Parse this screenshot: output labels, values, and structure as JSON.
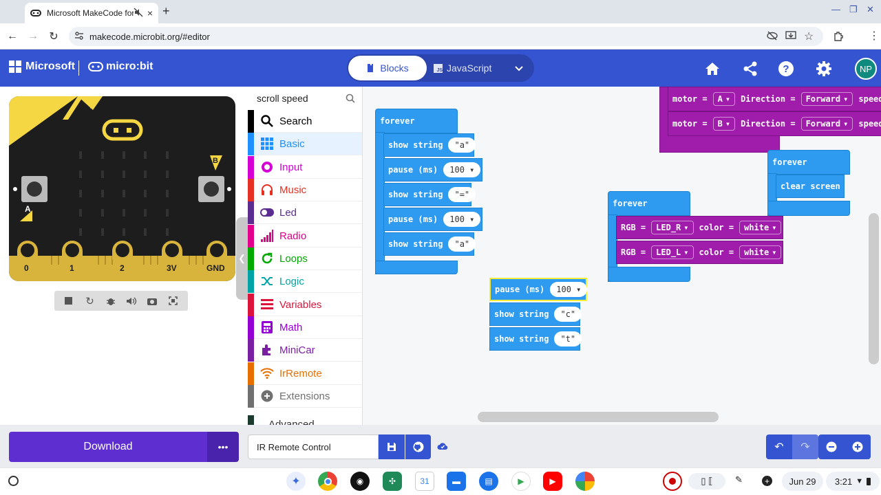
{
  "browser": {
    "tab_title": "Microsoft MakeCode for mi",
    "url": "makecode.microbit.org/#editor",
    "new_tab": "+",
    "close_tab": "×"
  },
  "header": {
    "ms_brand": "Microsoft",
    "microbit_brand": "micro:bit",
    "mode_blocks": "Blocks",
    "mode_js": "JavaScript",
    "avatar": "NP"
  },
  "simulator": {
    "pin_labels": [
      "0",
      "1",
      "2",
      "3V",
      "GND"
    ],
    "button_a": "A",
    "button_b": "B"
  },
  "toolbox": {
    "search_value": "scroll speed",
    "categories": [
      {
        "label": "Search",
        "color": "#000000",
        "icon": "search-icon"
      },
      {
        "label": "Basic",
        "color": "#1e90ff",
        "icon": "grid-icon"
      },
      {
        "label": "Input",
        "color": "#d400d4",
        "icon": "target-icon"
      },
      {
        "label": "Music",
        "color": "#e63022",
        "icon": "headphones-icon"
      },
      {
        "label": "Led",
        "color": "#5c2d91",
        "icon": "toggle-icon"
      },
      {
        "label": "Radio",
        "color": "#e3008c",
        "icon": "signal-icon"
      },
      {
        "label": "Loops",
        "color": "#00aa00",
        "icon": "loop-icon"
      },
      {
        "label": "Logic",
        "color": "#00a4a6",
        "icon": "shuffle-icon"
      },
      {
        "label": "Variables",
        "color": "#dc143c",
        "icon": "bars-icon"
      },
      {
        "label": "Math",
        "color": "#9400d3",
        "icon": "calculator-icon"
      },
      {
        "label": "MiniCar",
        "color": "#7b1fa2",
        "icon": "puzzle-icon"
      },
      {
        "label": "IrRemote",
        "color": "#e76f00",
        "icon": "wifi-icon"
      },
      {
        "label": "Extensions",
        "color": "#707070",
        "icon": "plus-circle-icon"
      }
    ],
    "advanced": "Advanced"
  },
  "blocks": {
    "forever": "forever",
    "show_string": "show string",
    "pause": "pause (ms)",
    "pause_val": "100",
    "str_a": "\"a\"",
    "str_eq": "\"=\"",
    "str_c": "\"c\"",
    "str_t": "\"t\"",
    "motor": "motor",
    "eq": "=",
    "motor_a": "A",
    "motor_b": "B",
    "direction": "Direction",
    "forward": "Forward",
    "speed": "speed",
    "clear_screen": "clear screen",
    "rgb": "RGB",
    "led_r": "LED_R",
    "led_l": "LED_L",
    "color": "color",
    "white": "white"
  },
  "bottom": {
    "download": "Download",
    "more": "•••",
    "project_name": "IR Remote Control"
  },
  "shelf": {
    "date": "Jun 29",
    "time": "3:21"
  }
}
